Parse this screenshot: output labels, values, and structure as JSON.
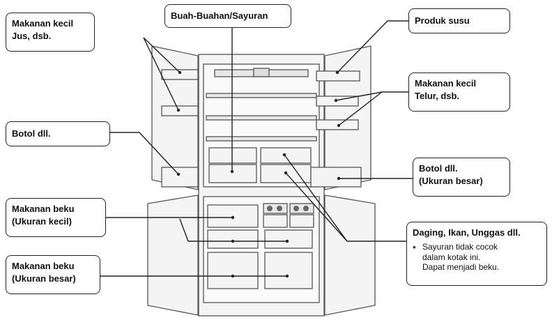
{
  "labels": {
    "snack_juice": {
      "line1": "Makanan kecil",
      "line2": "Jus, dsb."
    },
    "fruits_veg": {
      "line1": "Buah-Buahan/Sayuran"
    },
    "dairy": {
      "line1": "Produk susu"
    },
    "snack_egg": {
      "line1": "Makanan kecil",
      "line2": "Telur, dsb."
    },
    "bottle": {
      "line1": "Botol dll."
    },
    "bottle_large": {
      "line1": "Botol dll.",
      "line2": "(Ukuran besar)"
    },
    "frozen_small": {
      "line1": "Makanan beku",
      "line2": "(Ukuran kecil)"
    },
    "frozen_large": {
      "line1": "Makanan beku",
      "line2": "(Ukuran besar)"
    },
    "meat": {
      "title": "Daging, Ikan, Unggas dll.",
      "bullet": "●",
      "note1": "Sayuran tidak cocok",
      "note2": "dalam kotak ini.",
      "note3": "Dapat menjadi beku."
    }
  },
  "colors": {
    "line": "#222222",
    "fridge_fill": "#f4f4f4",
    "fridge_stroke": "#555555",
    "panel_fill": "#e6e6e6"
  }
}
